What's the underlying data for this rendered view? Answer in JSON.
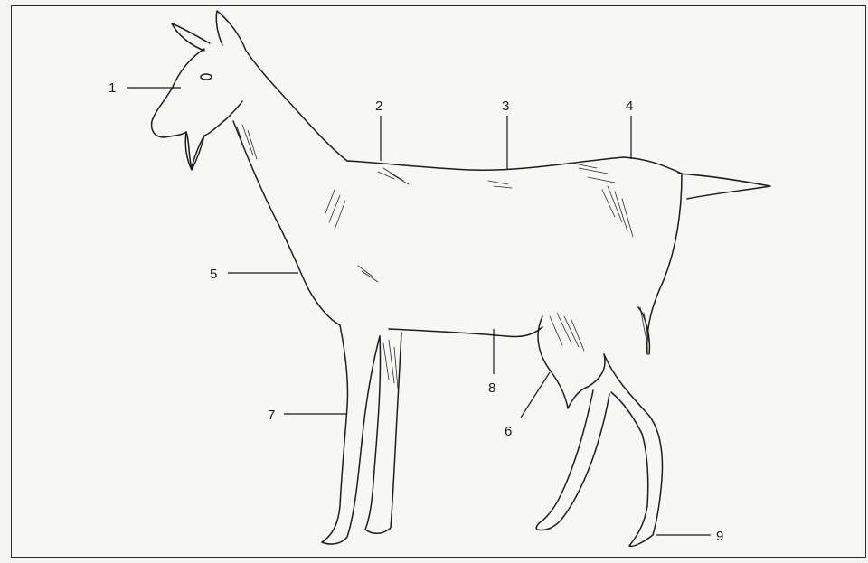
{
  "labels": {
    "l1": "1",
    "l2": "2",
    "l3": "3",
    "l4": "4",
    "l5": "5",
    "l6": "6",
    "l7": "7",
    "l8": "8",
    "l9": "9"
  },
  "colors": {
    "ink": "#1c1c1c",
    "paper": "#f7f7f5"
  }
}
